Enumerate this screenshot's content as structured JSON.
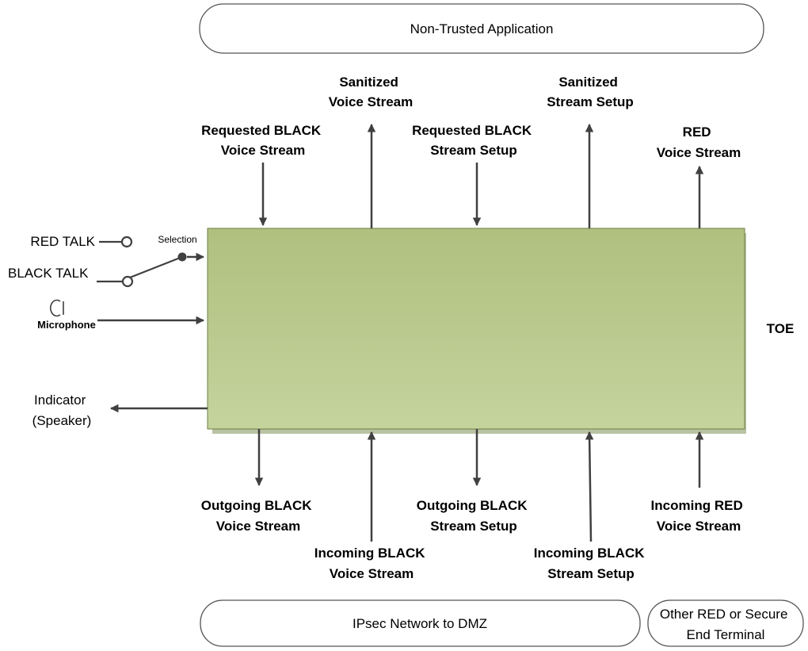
{
  "boxes": {
    "top_app": "Non-Trusted Application",
    "bottom_network": "IPsec Network to DMZ",
    "bottom_terminal": [
      "Other RED or Secure",
      "End Terminal"
    ]
  },
  "toe_label": "TOE",
  "left_inputs": {
    "red_talk": "RED TALK",
    "black_talk": "BLACK TALK",
    "selection": "Selection",
    "microphone": "Microphone",
    "indicator": [
      "Indicator",
      "(Speaker)"
    ]
  },
  "top_flows": [
    {
      "lines": [
        "Requested BLACK",
        "Voice Stream"
      ],
      "direction": "down"
    },
    {
      "lines": [
        "Sanitized",
        "Voice Stream"
      ],
      "direction": "up"
    },
    {
      "lines": [
        "Requested BLACK",
        "Stream Setup"
      ],
      "direction": "down"
    },
    {
      "lines": [
        "Sanitized",
        "Stream Setup"
      ],
      "direction": "up"
    },
    {
      "lines": [
        "RED",
        "Voice Stream"
      ],
      "direction": "up"
    }
  ],
  "bottom_flows": [
    {
      "lines": [
        "Outgoing BLACK",
        "Voice Stream"
      ],
      "direction": "down"
    },
    {
      "lines": [
        "Incoming BLACK",
        "Voice Stream"
      ],
      "direction": "up"
    },
    {
      "lines": [
        "Outgoing BLACK",
        "Stream Setup"
      ],
      "direction": "down"
    },
    {
      "lines": [
        "Incoming BLACK",
        "Stream Setup"
      ],
      "direction": "up"
    },
    {
      "lines": [
        "Incoming RED",
        "Voice Stream"
      ],
      "direction": "up"
    }
  ],
  "colors": {
    "toe_fill_top": "#afc07f",
    "toe_fill_bottom": "#c5d39d",
    "arrow": "#404040",
    "box_stroke": "#555555"
  }
}
